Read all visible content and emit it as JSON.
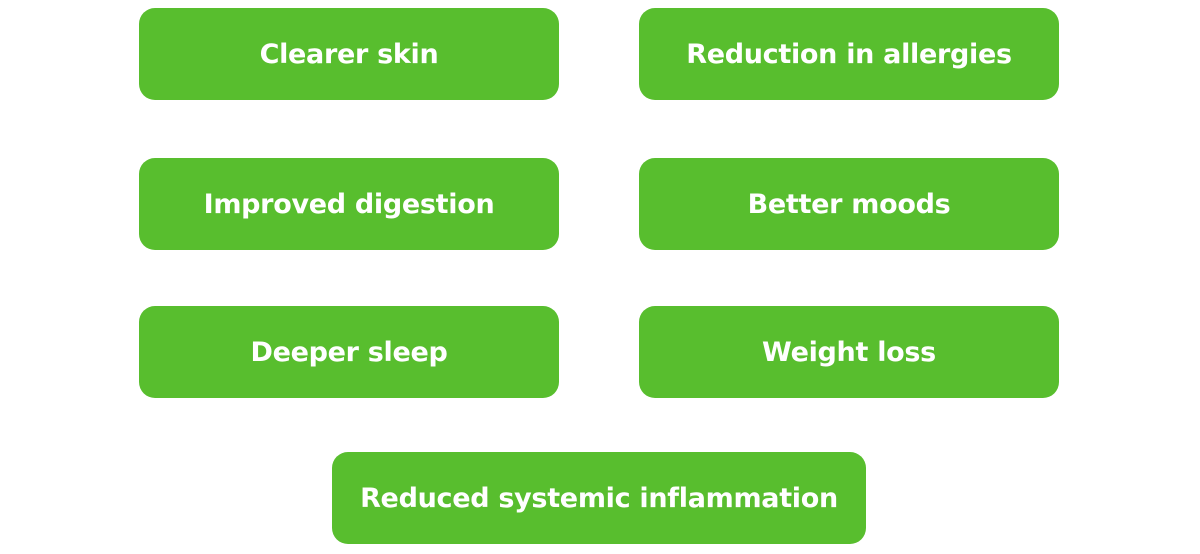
{
  "benefits": {
    "items": [
      {
        "label": "Clearer skin"
      },
      {
        "label": "Reduction in allergies"
      },
      {
        "label": "Improved digestion"
      },
      {
        "label": "Better moods"
      },
      {
        "label": "Deeper sleep"
      },
      {
        "label": "Weight loss"
      },
      {
        "label": "Reduced systemic inflammation"
      }
    ]
  },
  "colors": {
    "tile_background": "#58be2e",
    "tile_text": "#ffffff",
    "page_background": "#ffffff"
  }
}
